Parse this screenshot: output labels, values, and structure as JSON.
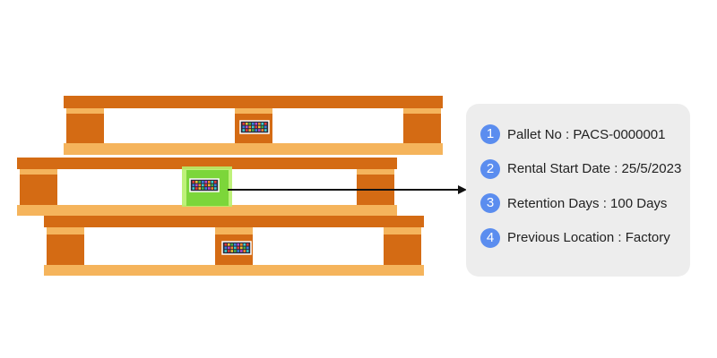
{
  "colors": {
    "pallet_dark": "#d46b14",
    "pallet_light": "#f5b45c",
    "highlight": "#7cd63a",
    "badge": "#5b8def",
    "card": "#ededed",
    "arrow": "#111111"
  },
  "icons": {
    "tag": "rfid-tag-icon",
    "arrow": "connector-arrow"
  },
  "highlighted_pallet": 2,
  "info": [
    {
      "number": "1",
      "text": "Pallet No : PACS-0000001"
    },
    {
      "number": "2",
      "text": "Rental Start Date : 25/5/2023"
    },
    {
      "number": "3",
      "text": "Retention Days : 100 Days"
    },
    {
      "number": "4",
      "text": "Previous Location : Factory"
    }
  ]
}
